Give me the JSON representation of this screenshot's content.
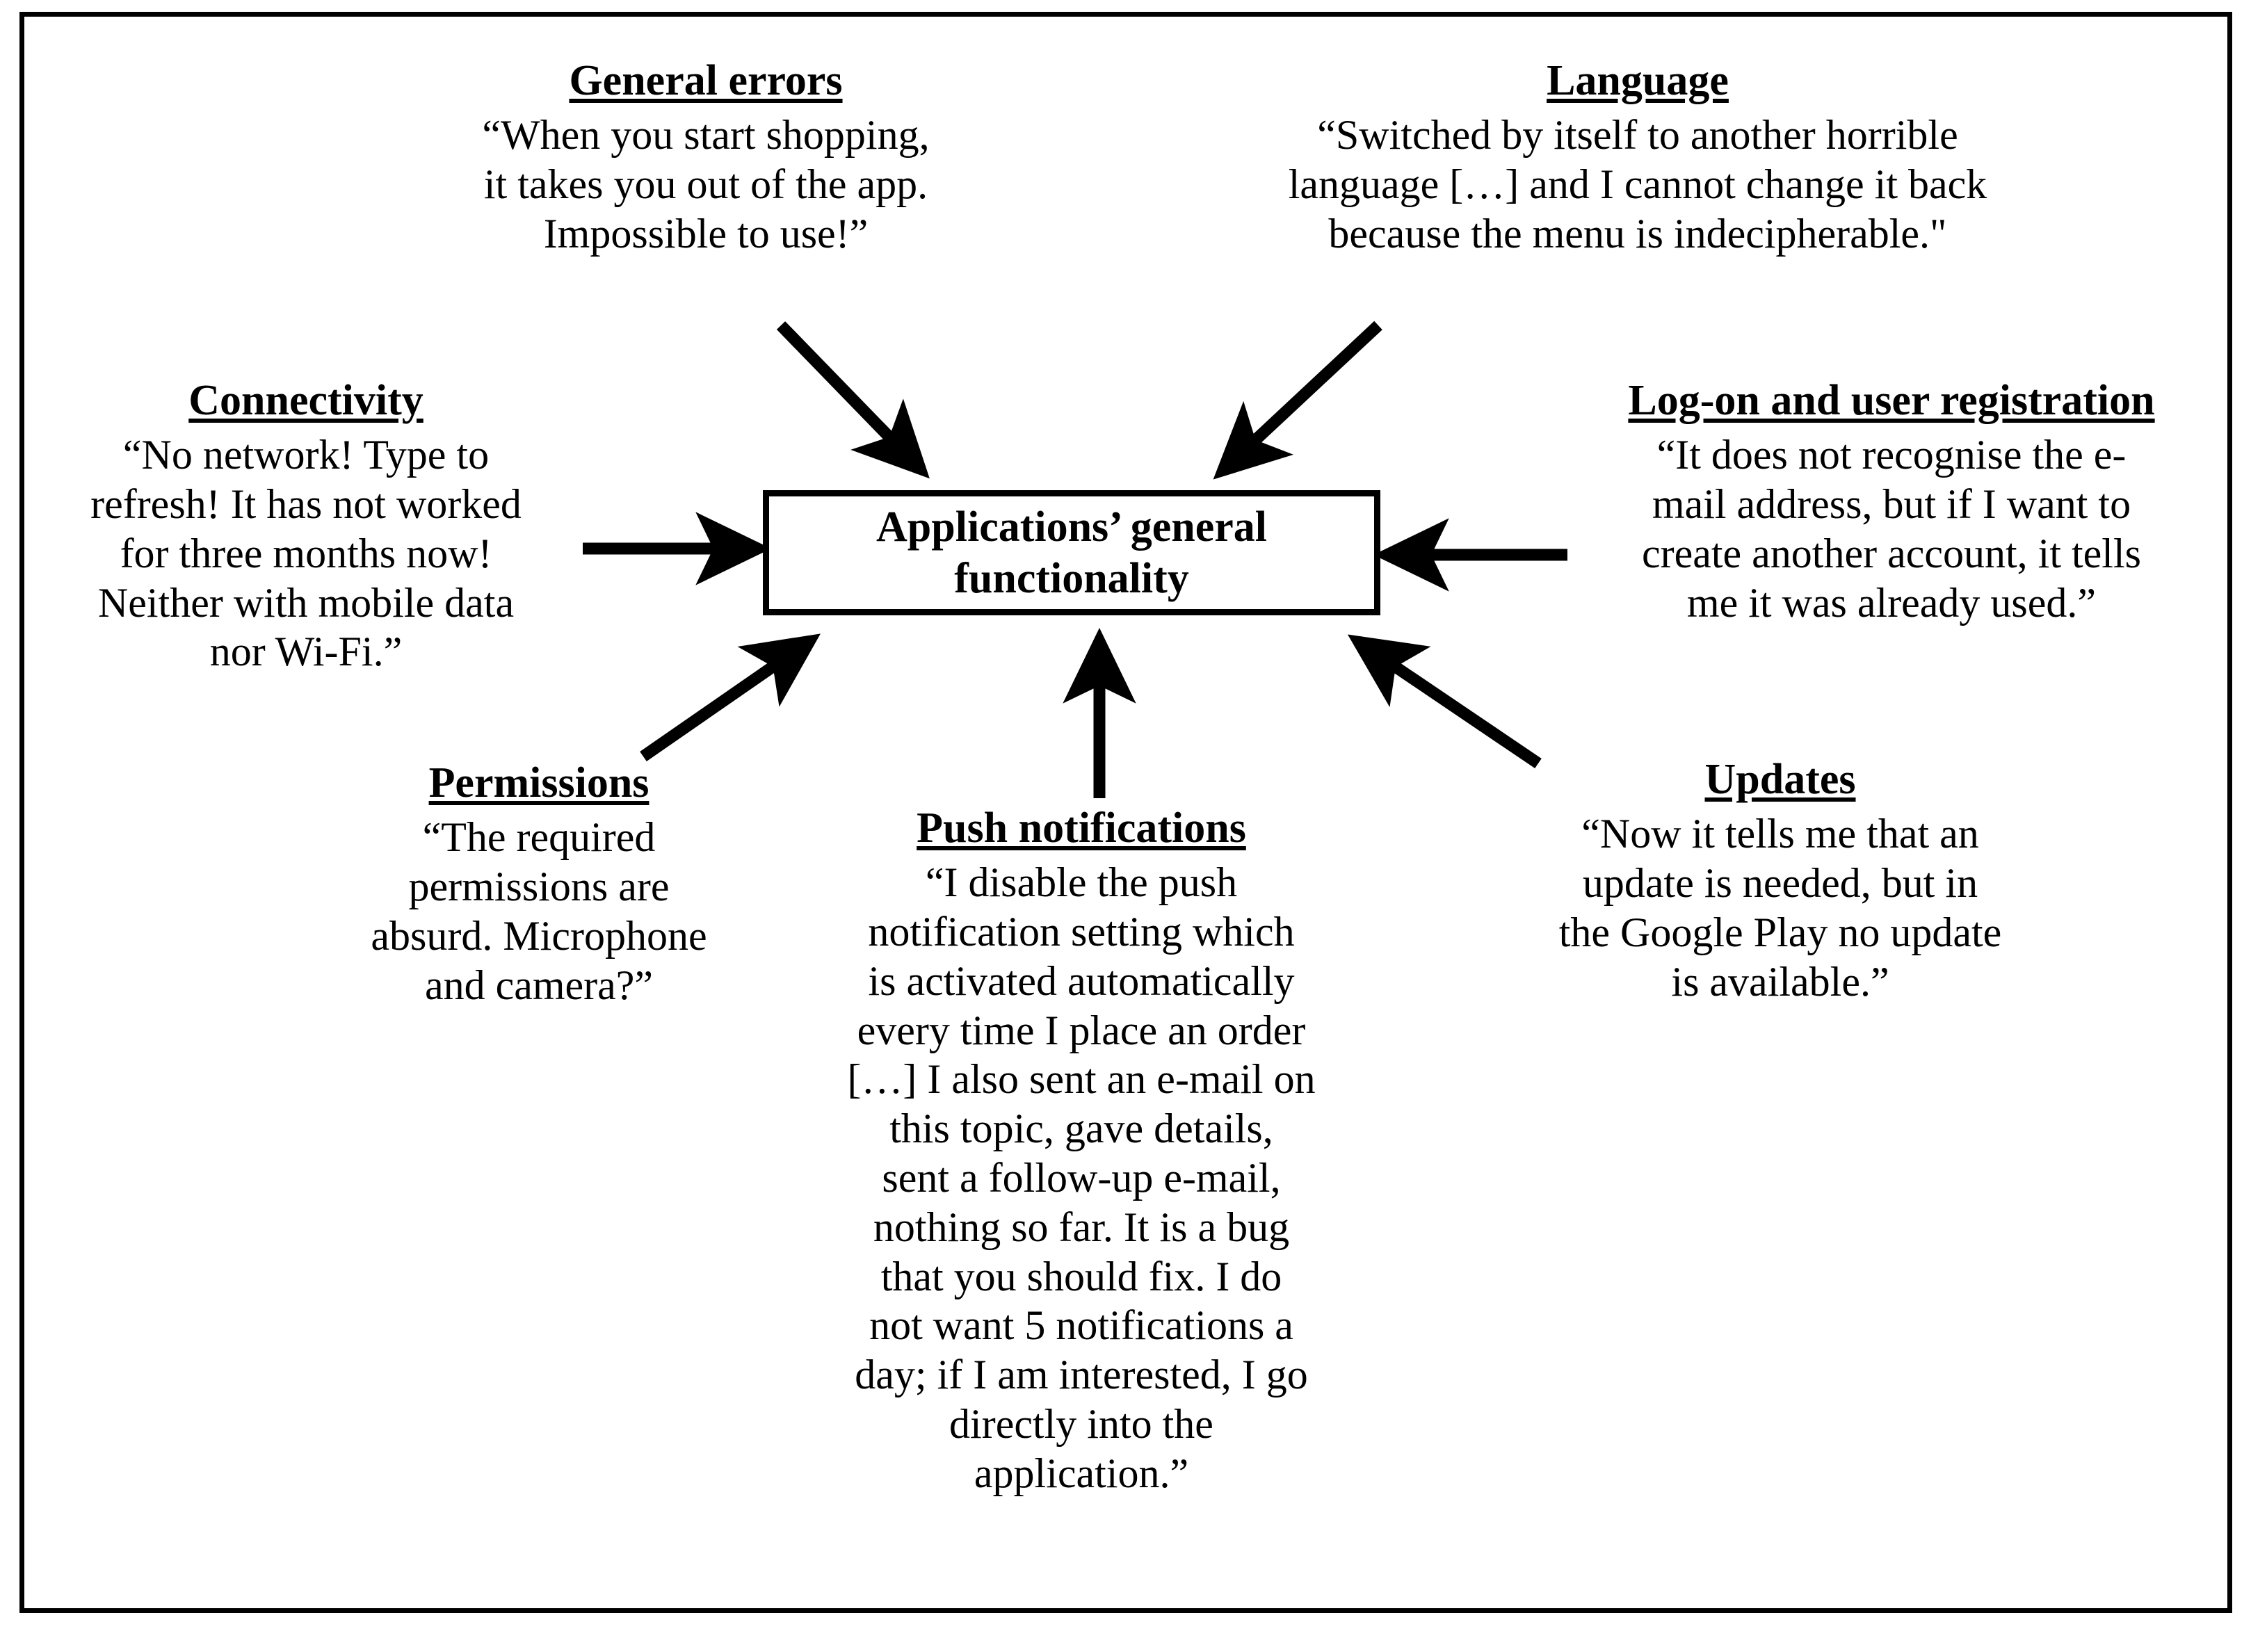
{
  "figure": {
    "center_node": {
      "label": "Applications’ general\nfunctionality",
      "line1": "Applications’ general",
      "line2": "functionality"
    },
    "nodes": [
      {
        "id": "general-errors",
        "heading": "General errors",
        "quote": "“When you start shopping, it takes you out of the app. Impossible to use!”",
        "lines": [
          "“When you start shopping,",
          "it takes you out of the app.",
          "Impossible to use!”"
        ],
        "position": "top-left",
        "arrow": "points-down-right-to-center"
      },
      {
        "id": "language",
        "heading": "Language",
        "quote": "“Switched by itself to another horrible language […] and I cannot change it back because the menu is indecipherable.\"",
        "lines": [
          "“Switched by itself to another horrible",
          "language […] and I cannot change it back",
          "because the menu is indecipherable.\""
        ],
        "position": "top-right",
        "arrow": "points-down-left-to-center"
      },
      {
        "id": "connectivity",
        "heading": "Connectivity",
        "quote": "“No network! Type to refresh! It has not worked for three months now! Neither with mobile data nor Wi-Fi.”",
        "lines": [
          "“No network! Type to",
          "refresh! It has not worked",
          "for three months now!",
          "Neither with mobile data",
          "nor Wi-Fi.”"
        ],
        "position": "left",
        "arrow": "points-right-to-center"
      },
      {
        "id": "log-on-and-user-registration",
        "heading": "Log-on and user registration",
        "quote": "“It does not recognise the e-mail address, but if I want to create another account, it tells me it was already used.”",
        "lines": [
          "“It does not recognise the e-",
          "mail address, but if I want to",
          "create another account, it tells",
          "me it was already used.”"
        ],
        "position": "right",
        "arrow": "points-left-to-center"
      },
      {
        "id": "permissions",
        "heading": "Permissions",
        "quote": "“The required permissions are absurd. Microphone and camera?”",
        "lines": [
          "“The required",
          "permissions are",
          "absurd. Microphone",
          "and camera?”"
        ],
        "position": "bottom-left",
        "arrow": "points-up-right-to-center"
      },
      {
        "id": "push-notifications",
        "heading": "Push notifications",
        "quote": "“I disable the push notification setting which is activated automatically every time I place an order […] I also sent an e-mail on this topic, gave details, sent a follow-up e-mail, nothing so far. It is a bug that you should fix. I do not want 5 notifications a day; if I am interested, I go directly into the application.”",
        "lines": [
          "“I disable the push",
          "notification setting which",
          "is activated automatically",
          "every time I place an order",
          "[…] I also sent an e-mail on",
          "this topic, gave details,",
          "sent a follow-up e-mail,",
          "nothing so far. It is a bug",
          "that you should fix. I do",
          "not want 5 notifications a",
          "day; if I am interested, I go",
          "directly into the",
          "application.”"
        ],
        "position": "bottom-center",
        "arrow": "points-up-to-center"
      },
      {
        "id": "updates",
        "heading": "Updates",
        "quote": "“Now it tells me that an update is needed, but in the Google Play no update is available.”",
        "lines": [
          "“Now it tells me that an",
          "update is needed, but in",
          "the Google Play no update",
          "is available.”"
        ],
        "position": "bottom-right",
        "arrow": "points-up-left-to-center"
      }
    ],
    "colors": {
      "ink": "#000000",
      "background": "#ffffff",
      "frame": "#000000"
    }
  }
}
